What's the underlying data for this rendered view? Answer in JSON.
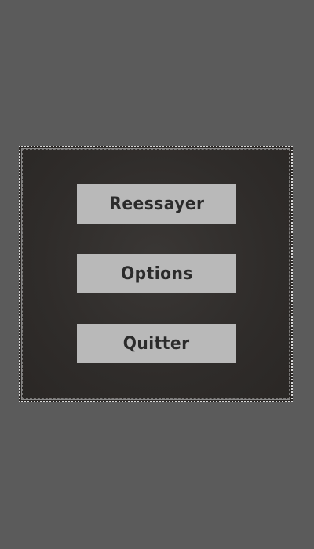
{
  "menu": {
    "retry_label": "Reessayer",
    "options_label": "Options",
    "quit_label": "Quitter"
  },
  "colors": {
    "background": "#5b5b5b",
    "panel": "#2f2c2a",
    "button": "#b9b9b9",
    "button_text": "#2b2b2b"
  }
}
